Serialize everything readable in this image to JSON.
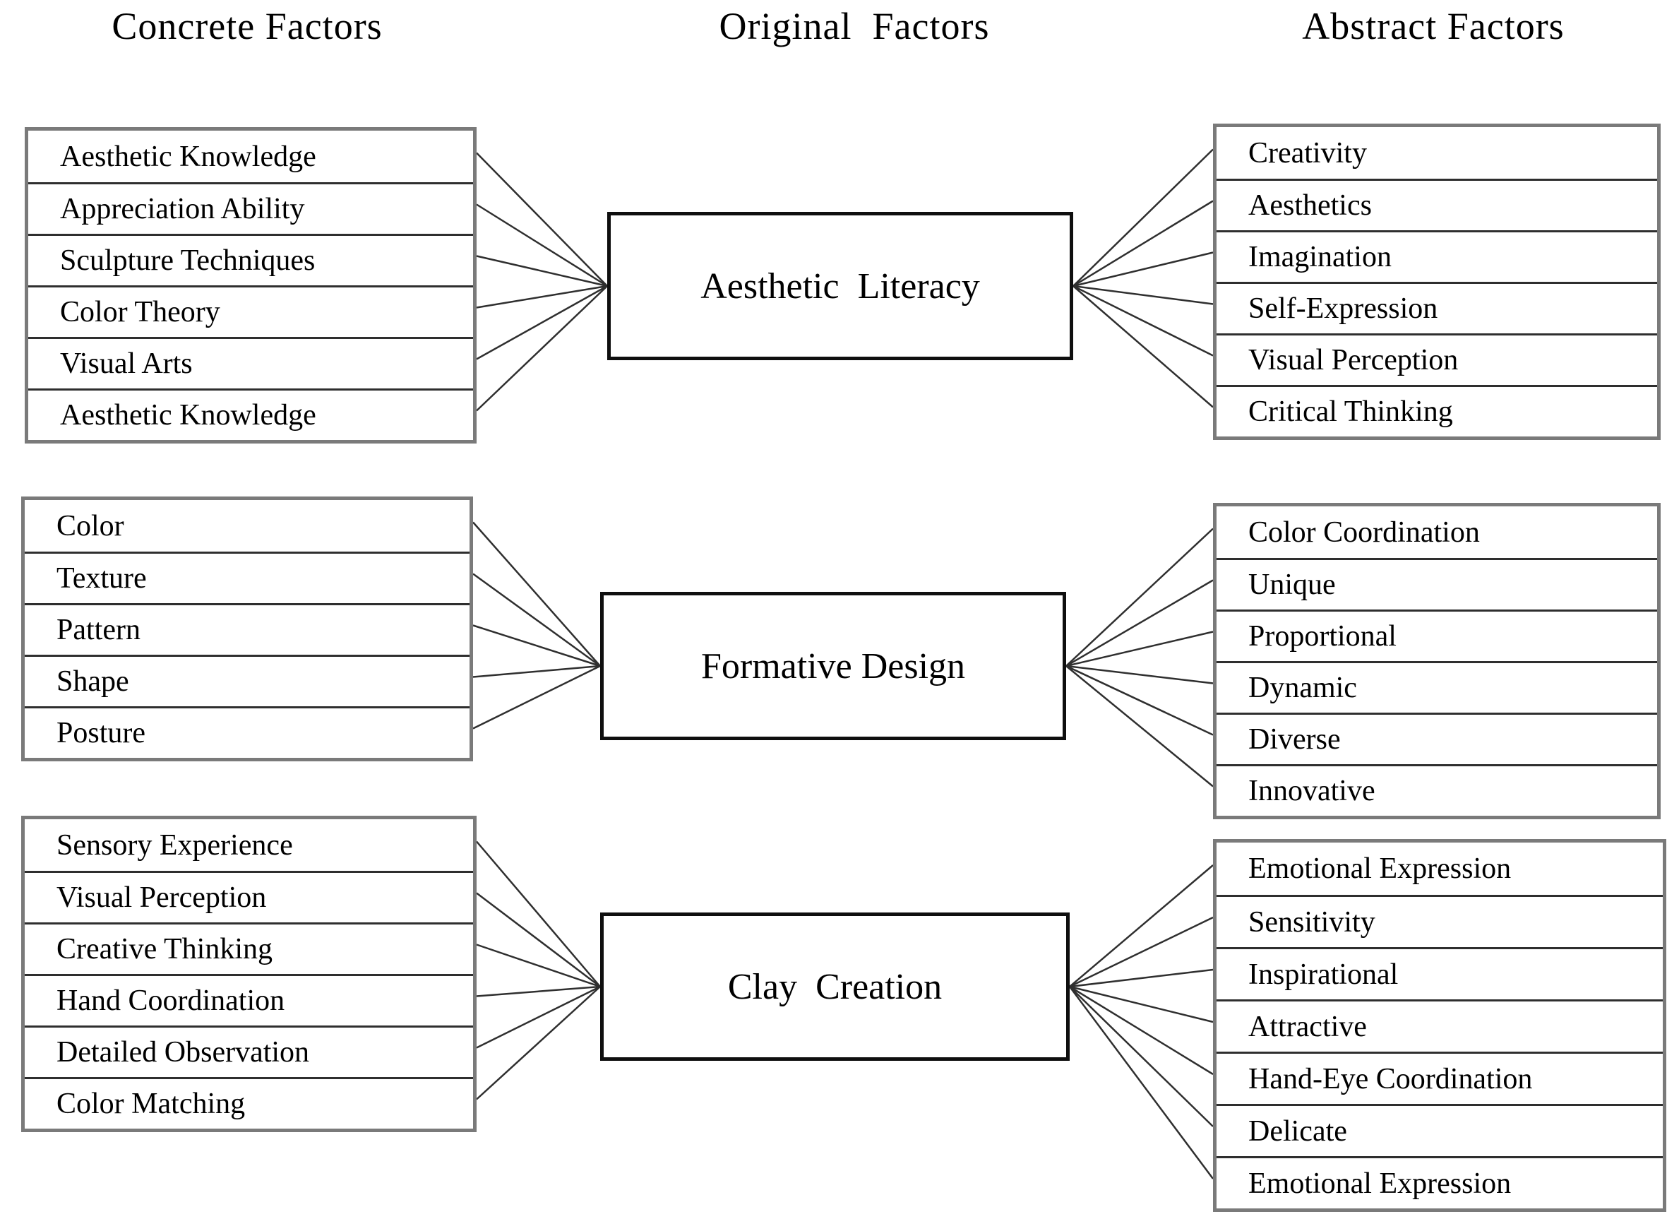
{
  "headers": {
    "left": "Concrete Factors",
    "center": "Original  Factors",
    "right": "Abstract Factors"
  },
  "groups": [
    {
      "factor": "Aesthetic  Literacy",
      "concrete": [
        "Aesthetic Knowledge",
        "Appreciation Ability",
        "Sculpture Techniques",
        "Color Theory",
        "Visual Arts",
        "Aesthetic Knowledge"
      ],
      "abstract": [
        "Creativity",
        "Aesthetics",
        "Imagination",
        "Self-Expression",
        "Visual Perception",
        "Critical Thinking"
      ]
    },
    {
      "factor": "Formative Design",
      "concrete": [
        "Color",
        "Texture",
        "Pattern",
        "Shape",
        "Posture"
      ],
      "abstract": [
        "Color Coordination",
        "Unique",
        "Proportional",
        "Dynamic",
        "Diverse",
        "Innovative"
      ]
    },
    {
      "factor": "Clay  Creation",
      "concrete": [
        "Sensory Experience",
        "Visual Perception",
        "Creative Thinking",
        "Hand Coordination",
        "Detailed Observation",
        "Color Matching"
      ],
      "abstract": [
        "Emotional Expression",
        "Sensitivity",
        "Inspirational",
        "Attractive",
        "Hand-Eye Coordination",
        "Delicate",
        "Emotional Expression"
      ]
    }
  ],
  "colors": {
    "background": "#ffffff",
    "ink": "#000000",
    "table-border": "#7a7a7a",
    "row-divider": "#2e2e2e",
    "box-border": "#0f0f0f",
    "connector": "#2f2f2f"
  }
}
